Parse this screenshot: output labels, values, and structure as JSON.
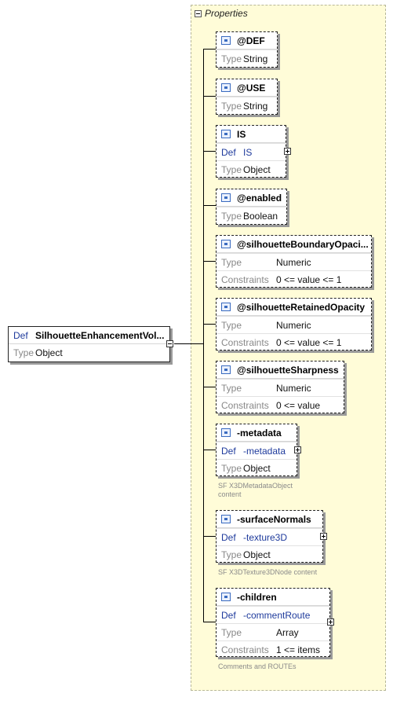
{
  "root": {
    "def_label": "Def",
    "name": "SilhouetteEnhancementVol...",
    "type_label": "Type",
    "type_value": "Object"
  },
  "group": {
    "title": "Properties"
  },
  "nodes": {
    "def": {
      "name": "@DEF",
      "type_label": "Type",
      "type_value": "String"
    },
    "use": {
      "name": "@USE",
      "type_label": "Type",
      "type_value": "String"
    },
    "is": {
      "name": "IS",
      "def_label": "Def",
      "def_value": "IS",
      "type_label": "Type",
      "type_value": "Object"
    },
    "enabled": {
      "name": "@enabled",
      "type_label": "Type",
      "type_value": "Boolean"
    },
    "sbo": {
      "name": "@silhouetteBoundaryOpaci...",
      "type_label": "Type",
      "type_value": "Numeric",
      "constraints_label": "Constraints",
      "constraints_value": "0 <= value <= 1"
    },
    "sro": {
      "name": "@silhouetteRetainedOpacity",
      "type_label": "Type",
      "type_value": "Numeric",
      "constraints_label": "Constraints",
      "constraints_value": "0 <= value <= 1"
    },
    "ss": {
      "name": "@silhouetteSharpness",
      "type_label": "Type",
      "type_value": "Numeric",
      "constraints_label": "Constraints",
      "constraints_value": "0 <= value"
    },
    "metadata": {
      "name": "-metadata",
      "def_label": "Def",
      "def_value": "-metadata",
      "type_label": "Type",
      "type_value": "Object",
      "caption_line1": "SF X3DMetadataObject",
      "caption_line2": "content"
    },
    "surfaceNormals": {
      "name": "-surfaceNormals",
      "def_label": "Def",
      "def_value": "-texture3D",
      "type_label": "Type",
      "type_value": "Object",
      "caption": "SF X3DTexture3DNode content"
    },
    "children": {
      "name": "-children",
      "def_label": "Def",
      "def_value": "-commentRoute",
      "type_label": "Type",
      "type_value": "Array",
      "constraints_label": "Constraints",
      "constraints_value": "1 <= items",
      "caption": "Comments and ROUTEs"
    }
  }
}
